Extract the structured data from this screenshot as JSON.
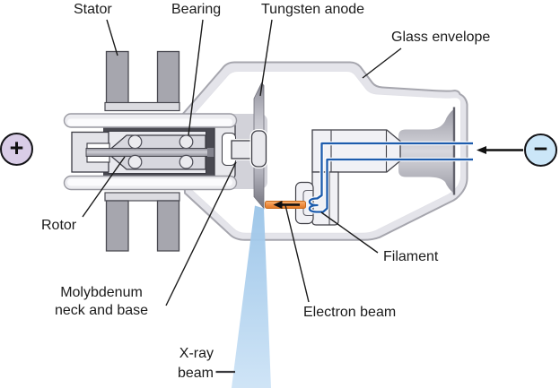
{
  "diagram": {
    "labels": {
      "stator": "Stator",
      "bearing": "Bearing",
      "tungsten_anode": "Tungsten anode",
      "glass_envelope": "Glass envelope",
      "rotor": "Rotor",
      "molybdenum_line1": "Molybdenum",
      "molybdenum_line2": "neck and base",
      "filament": "Filament",
      "electron_beam": "Electron beam",
      "xray_line1": "X-ray",
      "xray_line2": "beam"
    },
    "terminals": {
      "positive_symbol": "+",
      "negative_symbol": "−"
    },
    "colors": {
      "wire_blue": "#1d5cad",
      "electron_beam_orange": "#f09046",
      "xray_beam_blue": "#aed2ef",
      "positive_terminal_fill": "#d9cde7",
      "negative_terminal_fill": "#cbe6f8",
      "metal_gray": "#a6a6ae",
      "glass_rim_gray": "#e4e4ea",
      "dark_housing": "#494951"
    }
  }
}
